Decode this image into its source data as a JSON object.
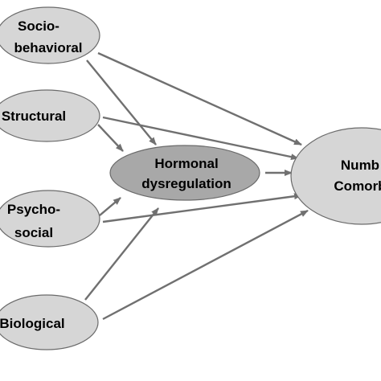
{
  "diagram": {
    "nodes": {
      "sociobehavioral": {
        "line1": "Socio-",
        "line2": "behavioral",
        "fill": "#d6d6d6"
      },
      "structural": {
        "label": "Structural",
        "fill": "#d6d6d6"
      },
      "psychosocial": {
        "line1": "Psycho-",
        "line2": "social",
        "fill": "#d6d6d6"
      },
      "biological": {
        "label": "Biological",
        "fill": "#d6d6d6"
      },
      "hormonal": {
        "line1": "Hormonal",
        "line2": "dysregulation",
        "fill": "#a8a8a8"
      },
      "outcome": {
        "line1": "Numb",
        "line2": "Comorb",
        "fill": "#d6d6d6"
      }
    },
    "edges": [
      {
        "from": "sociobehavioral",
        "to": "hormonal"
      },
      {
        "from": "sociobehavioral",
        "to": "outcome"
      },
      {
        "from": "structural",
        "to": "hormonal"
      },
      {
        "from": "structural",
        "to": "outcome"
      },
      {
        "from": "psychosocial",
        "to": "hormonal"
      },
      {
        "from": "psychosocial",
        "to": "outcome"
      },
      {
        "from": "biological",
        "to": "hormonal"
      },
      {
        "from": "biological",
        "to": "outcome"
      },
      {
        "from": "hormonal",
        "to": "outcome"
      }
    ],
    "colors": {
      "edge": "#707070",
      "outline": "#6b6b6b"
    }
  }
}
